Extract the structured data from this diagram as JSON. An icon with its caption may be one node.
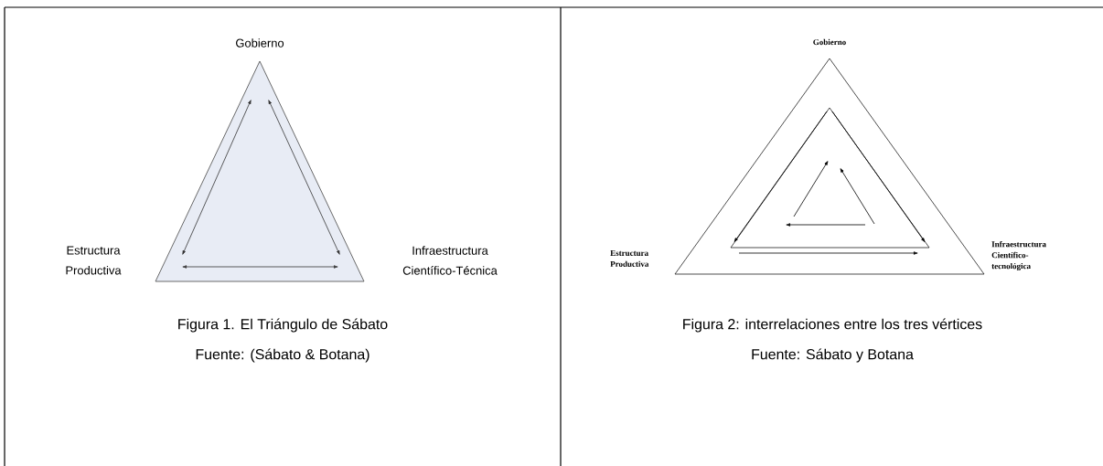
{
  "diagram": {
    "nodes": [
      {
        "text": [
          "Gobierno"
        ]
      },
      {
        "text": [
          "Estructura Productiva"
        ]
      },
      {
        "text": [
          "Infraestructura Científico-Técnica"
        ]
      },
      {
        "text": [
          "Gobierno"
        ]
      },
      {
        "text": [
          "Estructura Productiva"
        ]
      },
      {
        "text": [
          "Infraestructura Científico-tecnológica"
        ]
      }
    ],
    "labels": [
      "Figura 1. El Triángulo de Sábato",
      "Fuente: (Sábato & Botana)",
      "Figura 2: interrelaciones entre los tres vértices",
      "Fuente: Sábato y Botana"
    ]
  }
}
